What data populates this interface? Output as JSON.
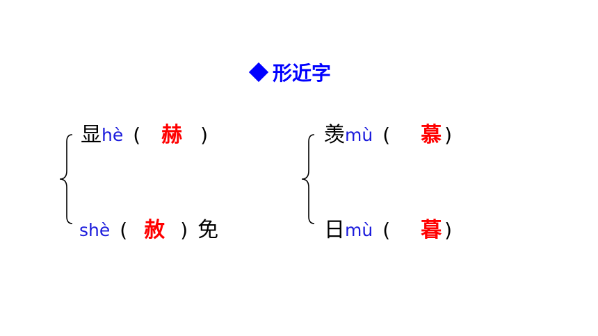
{
  "title": {
    "icon": "diamond-icon",
    "text": "形近字"
  },
  "colors": {
    "title": "#0000ff",
    "pinyin": "#1a1adc",
    "answer": "#ff0000",
    "text": "#000000"
  },
  "groups": [
    {
      "top": {
        "prefix": "显",
        "pinyin": "hè",
        "open": "(",
        "answer": "赫",
        "close": ")"
      },
      "bottom": {
        "pinyin": "shè",
        "open": "(",
        "answer": "赦",
        "close": ")",
        "suffix": "免"
      }
    },
    {
      "top": {
        "prefix": "羡",
        "pinyin": "mù",
        "open": "(",
        "answer": "慕",
        "close": ")"
      },
      "bottom": {
        "prefix": "日",
        "pinyin": "mù",
        "open": "(",
        "answer": "暮",
        "close": ")"
      }
    }
  ]
}
